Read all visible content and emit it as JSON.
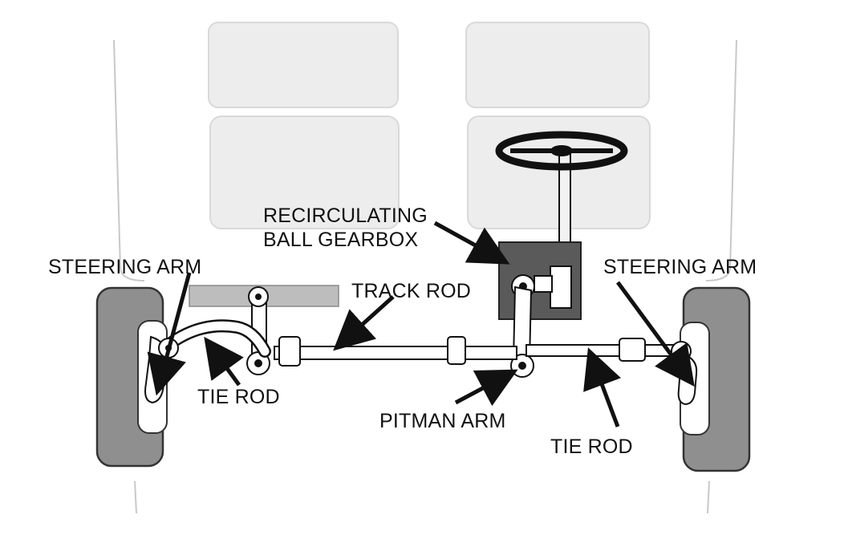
{
  "diagram": {
    "labels": {
      "gearbox_line1": "RECIRCULATING",
      "gearbox_line2": "BALL GEARBOX",
      "steering_arm_left": "STEERING ARM",
      "steering_arm_right": "STEERING ARM",
      "track_rod": "TRACK ROD",
      "tie_rod_left": "TIE ROD",
      "tie_rod_right": "TIE ROD",
      "pitman_arm": "PITMAN ARM"
    },
    "colors": {
      "ink": "#111111",
      "seat": "#ededed",
      "seat_edge": "#d6d6d6",
      "tire": "#8f8f8f",
      "gearbox": "#5a5a5a",
      "metal": "#ffffff"
    }
  }
}
